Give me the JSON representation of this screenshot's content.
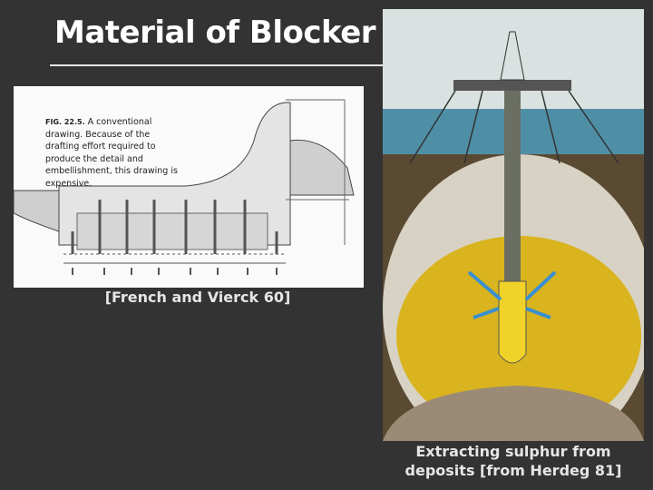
{
  "slide": {
    "title": "Material of Blocker",
    "left_figure": {
      "fig_label": "FIG. 22.5.",
      "fig_text": "A conventional drawing. Because of the drafting effort required to produce the detail and embellishment, this drawing is expensive.",
      "caption": "[French and Vierck 60]"
    },
    "right_figure": {
      "caption": "Extracting sulphur from deposits [from Herdeg 81]"
    }
  }
}
